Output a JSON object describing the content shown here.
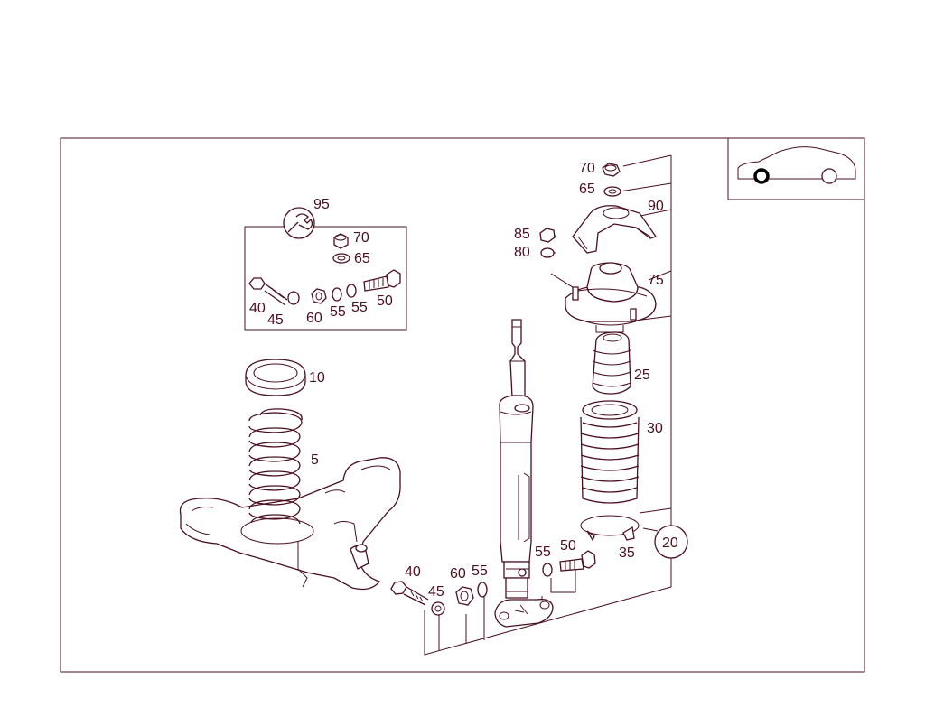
{
  "diagram": {
    "labels": {
      "p95": "95",
      "p70a": "70",
      "p65a": "65",
      "p40a": "40",
      "p45a": "45",
      "p60a": "60",
      "p55a": "55",
      "p55b": "55",
      "p50a": "50",
      "p10": "10",
      "p5": "5",
      "p70b": "70",
      "p65b": "65",
      "p90": "90",
      "p85": "85",
      "p80": "80",
      "p75": "75",
      "p25": "25",
      "p30": "30",
      "p20": "20",
      "p35": "35",
      "p55c": "55",
      "p50b": "50",
      "p40b": "40",
      "p45b": "45",
      "p60b": "60",
      "p55d": "55"
    }
  },
  "colors": {
    "line": "#4a0f1f",
    "background": "#ffffff"
  },
  "icons": {
    "kit": "wrench-icon",
    "vehicle": "car-icon"
  }
}
